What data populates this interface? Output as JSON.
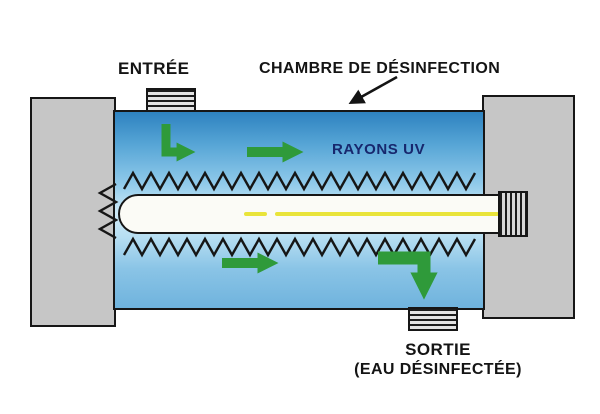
{
  "labels": {
    "inlet": "ENTRÉE",
    "chamber": "CHAMBRE DE DÉSINFECTION",
    "uv_rays": "RAYONS UV",
    "outlet_line1": "SORTIE",
    "outlet_line2": "(EAU DÉSINFECTÉE)"
  },
  "colors": {
    "arrow_green": "#2f9a3a",
    "lamp_filament_yellow": "#e9e43a",
    "chamber_blue": "#2e82c0",
    "chamber_blue_light": "#cfeaf7",
    "metal_gray": "#c6c6c6",
    "uv_text_navy": "#17276d",
    "outline_black": "#161616"
  }
}
